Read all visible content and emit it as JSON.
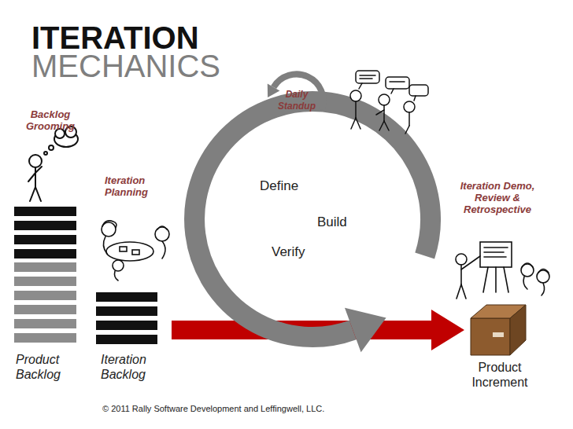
{
  "diagram": {
    "title": "ITERATION MECHANICS",
    "caption": "© 2011 Rally Software Development and Leffingwell, LLC.",
    "nodes": [
      {
        "text": [
          "Product Backlog"
        ]
      },
      {
        "text": [
          "Iteration Backlog"
        ]
      },
      {
        "text": [
          "Daily Standup"
        ]
      },
      {
        "text": [
          "Define",
          "Build",
          "Verify"
        ]
      },
      {
        "text": [
          "Product Increment"
        ]
      }
    ],
    "edges": [
      {
        "from": 1,
        "to": 4,
        "arrow": "to"
      }
    ],
    "labels": [
      "Backlog Grooming",
      "Iteration Planning",
      "Iteration Demo, Review & Retrospective"
    ]
  }
}
